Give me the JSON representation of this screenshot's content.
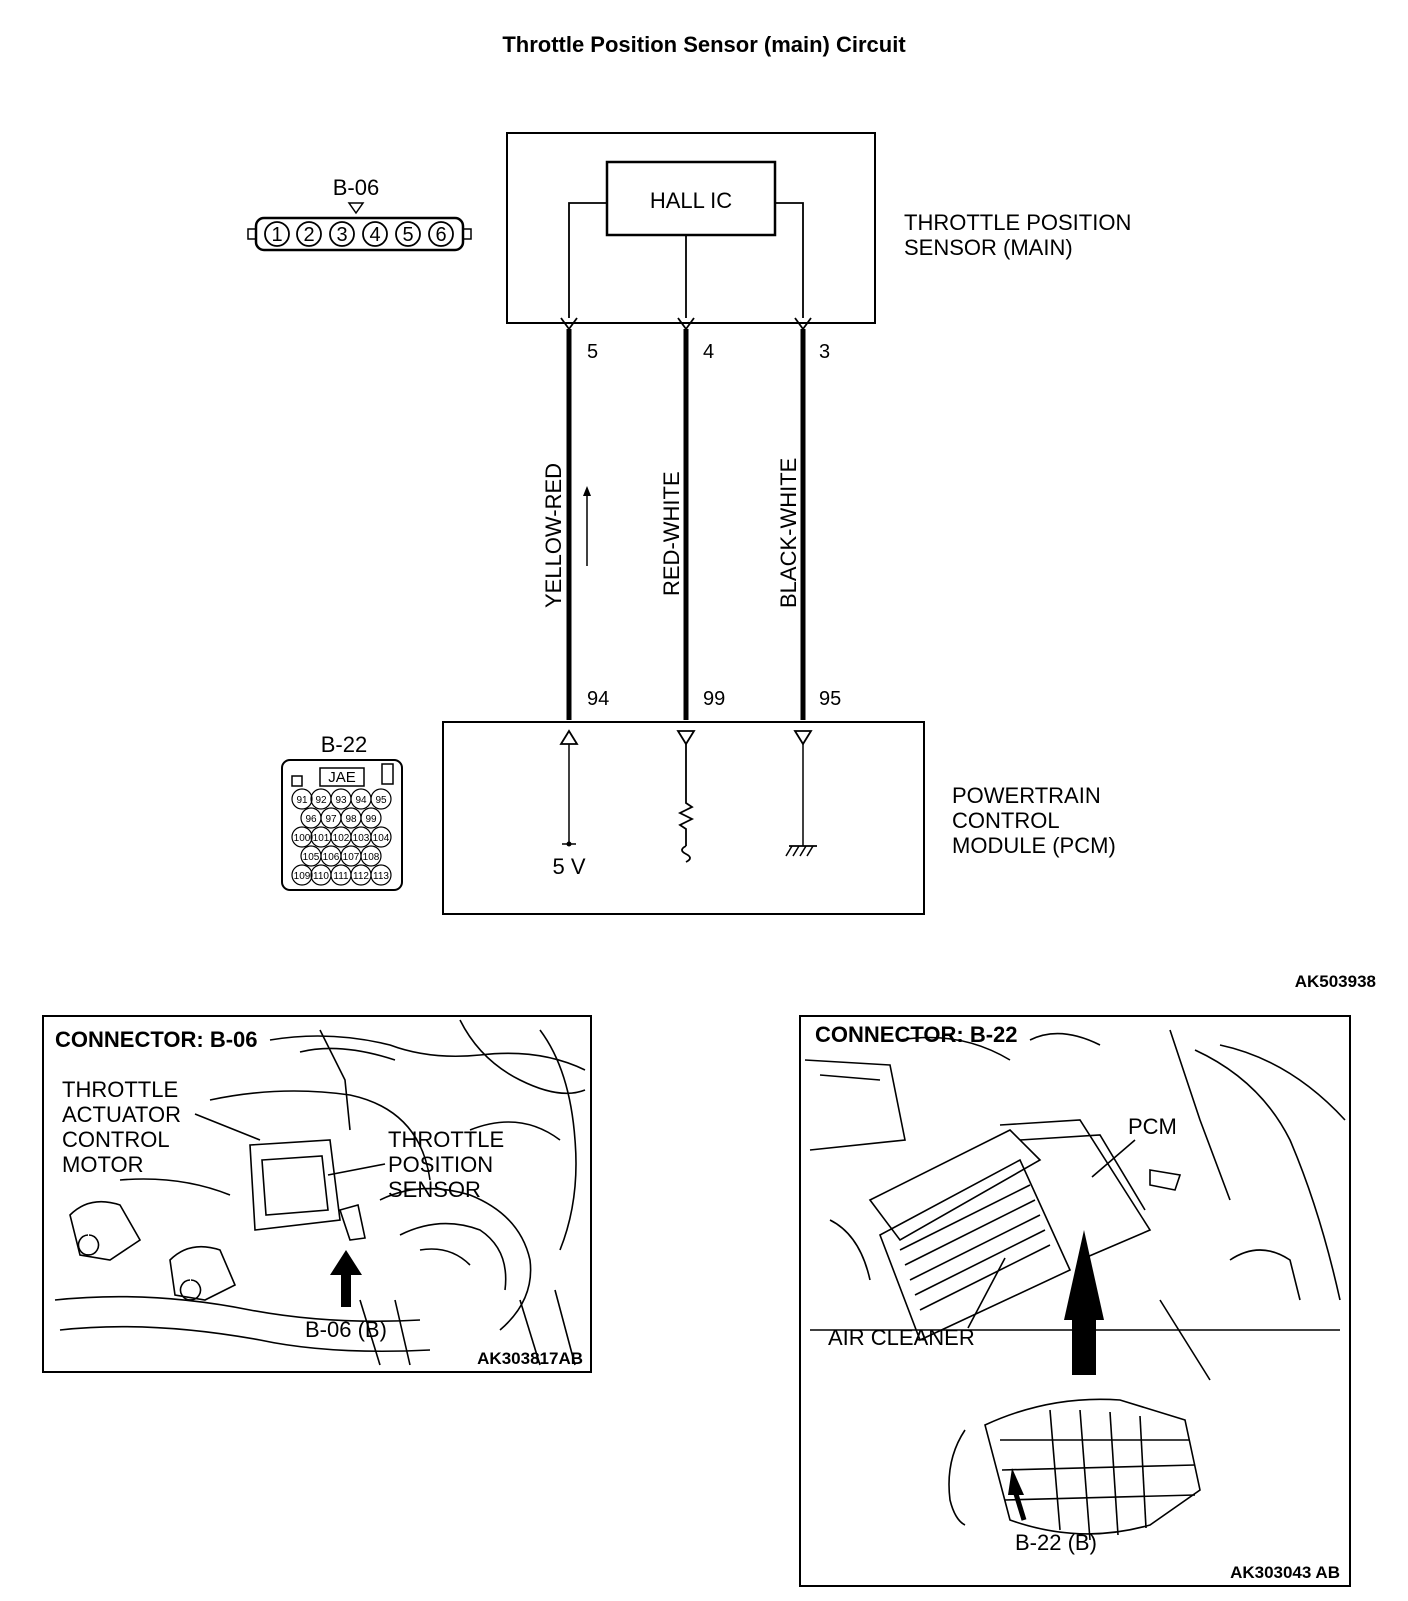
{
  "title": "Throttle Position Sensor (main) Circuit",
  "sensor": {
    "ic_label": "HALL IC",
    "name_line1": "THROTTLE POSITION",
    "name_line2": "SENSOR (MAIN)"
  },
  "connector_b06": {
    "label": "B-06",
    "pins": [
      "1",
      "2",
      "3",
      "4",
      "5",
      "6"
    ]
  },
  "wires": [
    {
      "color": "YELLOW-RED",
      "sensor_pin": "5",
      "pcm_pin": "94"
    },
    {
      "color": "RED-WHITE",
      "sensor_pin": "4",
      "pcm_pin": "99"
    },
    {
      "color": "BLACK-WHITE",
      "sensor_pin": "3",
      "pcm_pin": "95"
    }
  ],
  "pcm": {
    "line1": "POWERTRAIN",
    "line2": "CONTROL",
    "line3": "MODULE (PCM)",
    "supply": "5 V"
  },
  "connector_b22": {
    "label": "B-22",
    "tag": "JAE",
    "rows": [
      [
        "91",
        "92",
        "93",
        "94",
        "95"
      ],
      [
        "96",
        "97",
        "98",
        "99"
      ],
      [
        "100",
        "101",
        "102",
        "103",
        "104"
      ],
      [
        "105",
        "106",
        "107",
        "108"
      ],
      [
        "109",
        "110",
        "111",
        "112",
        "113"
      ]
    ]
  },
  "diagram_code": "AK503938",
  "photo_left": {
    "heading": "CONNECTOR: B-06",
    "label_motor_1": "THROTTLE",
    "label_motor_2": "ACTUATOR",
    "label_motor_3": "CONTROL",
    "label_motor_4": "MOTOR",
    "label_sensor_1": "THROTTLE",
    "label_sensor_2": "POSITION",
    "label_sensor_3": "SENSOR",
    "callout": "B-06 (B)",
    "code": "AK303817AB"
  },
  "photo_right": {
    "heading": "CONNECTOR: B-22",
    "label_pcm": "PCM",
    "label_air": "AIR CLEANER",
    "callout": "B-22 (B)",
    "code": "AK303043 AB"
  }
}
